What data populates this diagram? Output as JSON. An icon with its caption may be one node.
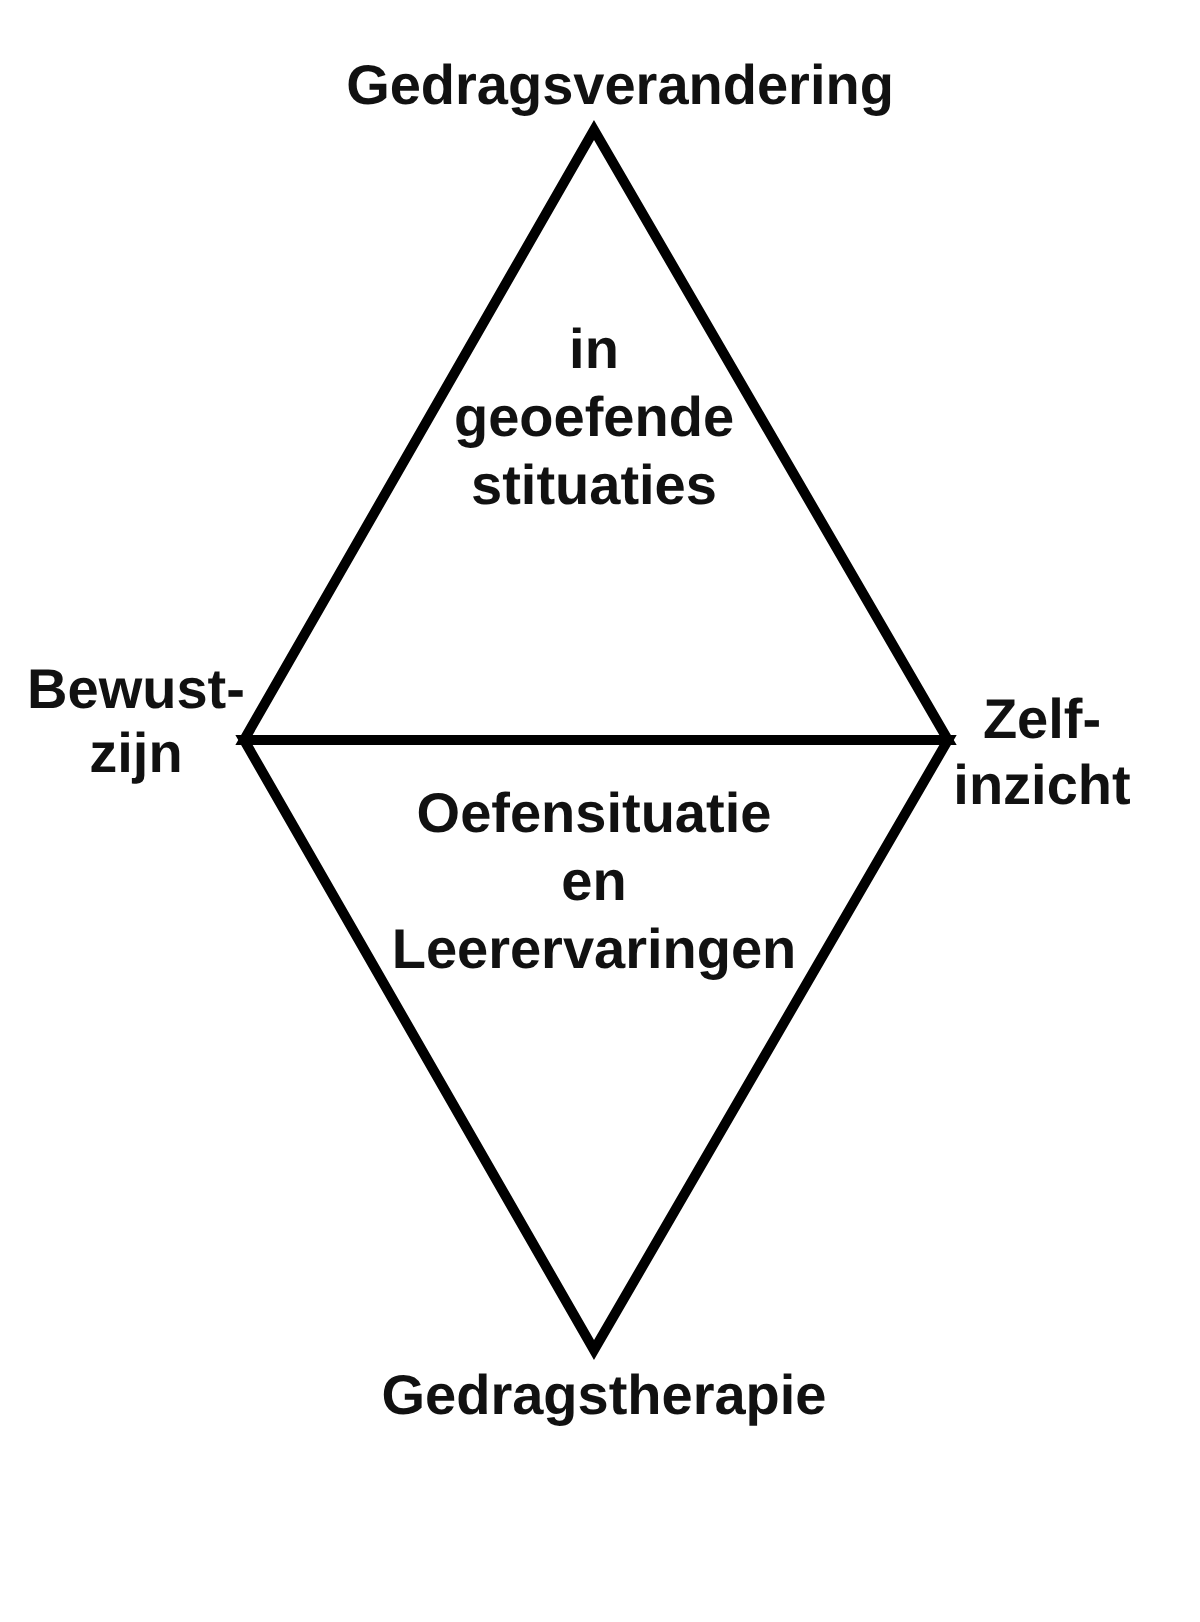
{
  "diagram": {
    "nodes": [
      {
        "text": [
          "in geoefende stituaties"
        ]
      },
      {
        "text": [
          "Oefensituatie en Leerervaringen"
        ]
      }
    ],
    "labels": [
      "Gedragsverandering",
      "Bewust- zijn",
      "Zelf- inzicht",
      "Gedragstherapie"
    ]
  }
}
